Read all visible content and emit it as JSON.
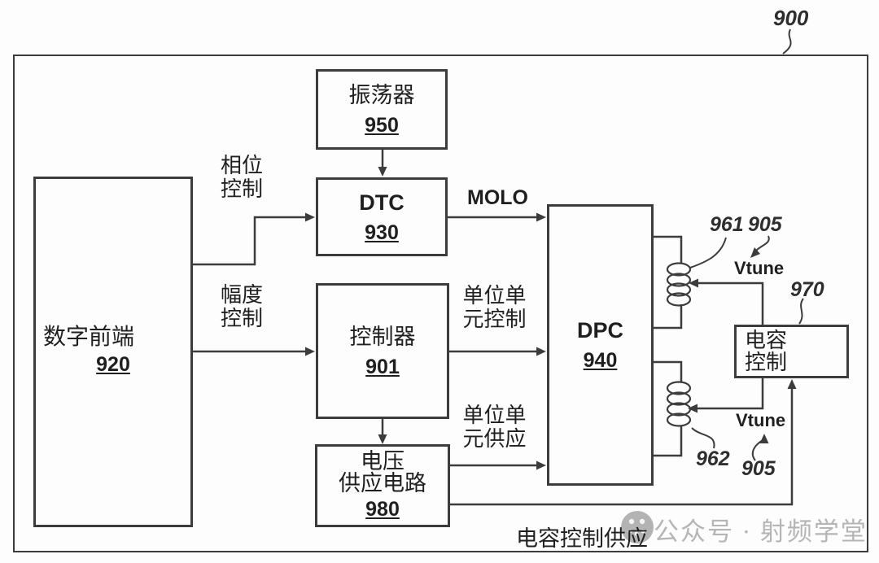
{
  "figure": {
    "figure_ref": "900",
    "blocks": {
      "oscillator": {
        "name": "振荡器",
        "ref": "950"
      },
      "dtc": {
        "name": "DTC",
        "ref": "930"
      },
      "digital_front_end": {
        "name": "数字前端",
        "ref": "920"
      },
      "controller": {
        "name": "控制器",
        "ref": "901"
      },
      "voltage_supply": {
        "name_line1": "电压",
        "name_line2": "供应电路",
        "ref": "980"
      },
      "dpc": {
        "name": "DPC",
        "ref": "940"
      },
      "cap_control": {
        "name_line1": "电容",
        "name_line2": "控制",
        "ref": "970"
      }
    },
    "signals": {
      "phase_l1": "相位",
      "phase_l2": "控制",
      "amp_l1": "幅度",
      "amp_l2": "控制",
      "molo": "MOLO",
      "ucc_l1": "单位单",
      "ucc_l2": "元控制",
      "ucs_l1": "单位单",
      "ucs_l2": "元供应",
      "cap_ctrl_supply": "电容控制供应",
      "vtune_top": "Vtune",
      "vtune_bottom": "Vtune"
    },
    "refs": {
      "inductor_top": "961",
      "inductor_bottom": "962",
      "vtune_top": "905",
      "vtune_bottom": "905"
    },
    "colors": {
      "line": "#3c3c3c",
      "text": "#1f1f1f",
      "watermark": "#b5b5b5"
    }
  },
  "watermark": {
    "text": "公众号 · 射频学堂"
  }
}
